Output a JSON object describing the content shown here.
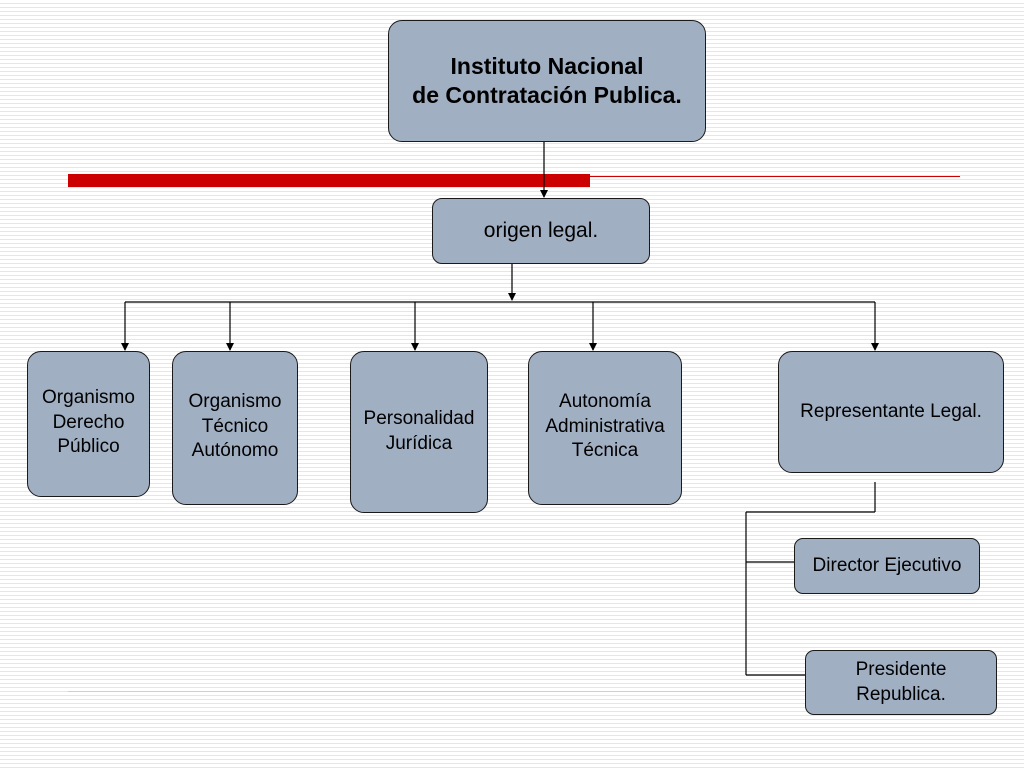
{
  "diagram": {
    "root": "Instituto Nacional\nde Contratación Publica.",
    "origin": "origen legal.",
    "branches": [
      "Organismo\nDerecho\nPúblico",
      "Organismo\nTécnico\nAutónomo",
      "Personalidad\nJurídica",
      "Autonomía\nAdministrativa\nTécnica",
      "Representante Legal."
    ],
    "subnodes": [
      "Director Ejecutivo",
      "Presidente\nRepublica."
    ]
  },
  "colors": {
    "node_fill": "#a1afc3",
    "accent_red": "#cc0000",
    "connector": "#000000"
  }
}
